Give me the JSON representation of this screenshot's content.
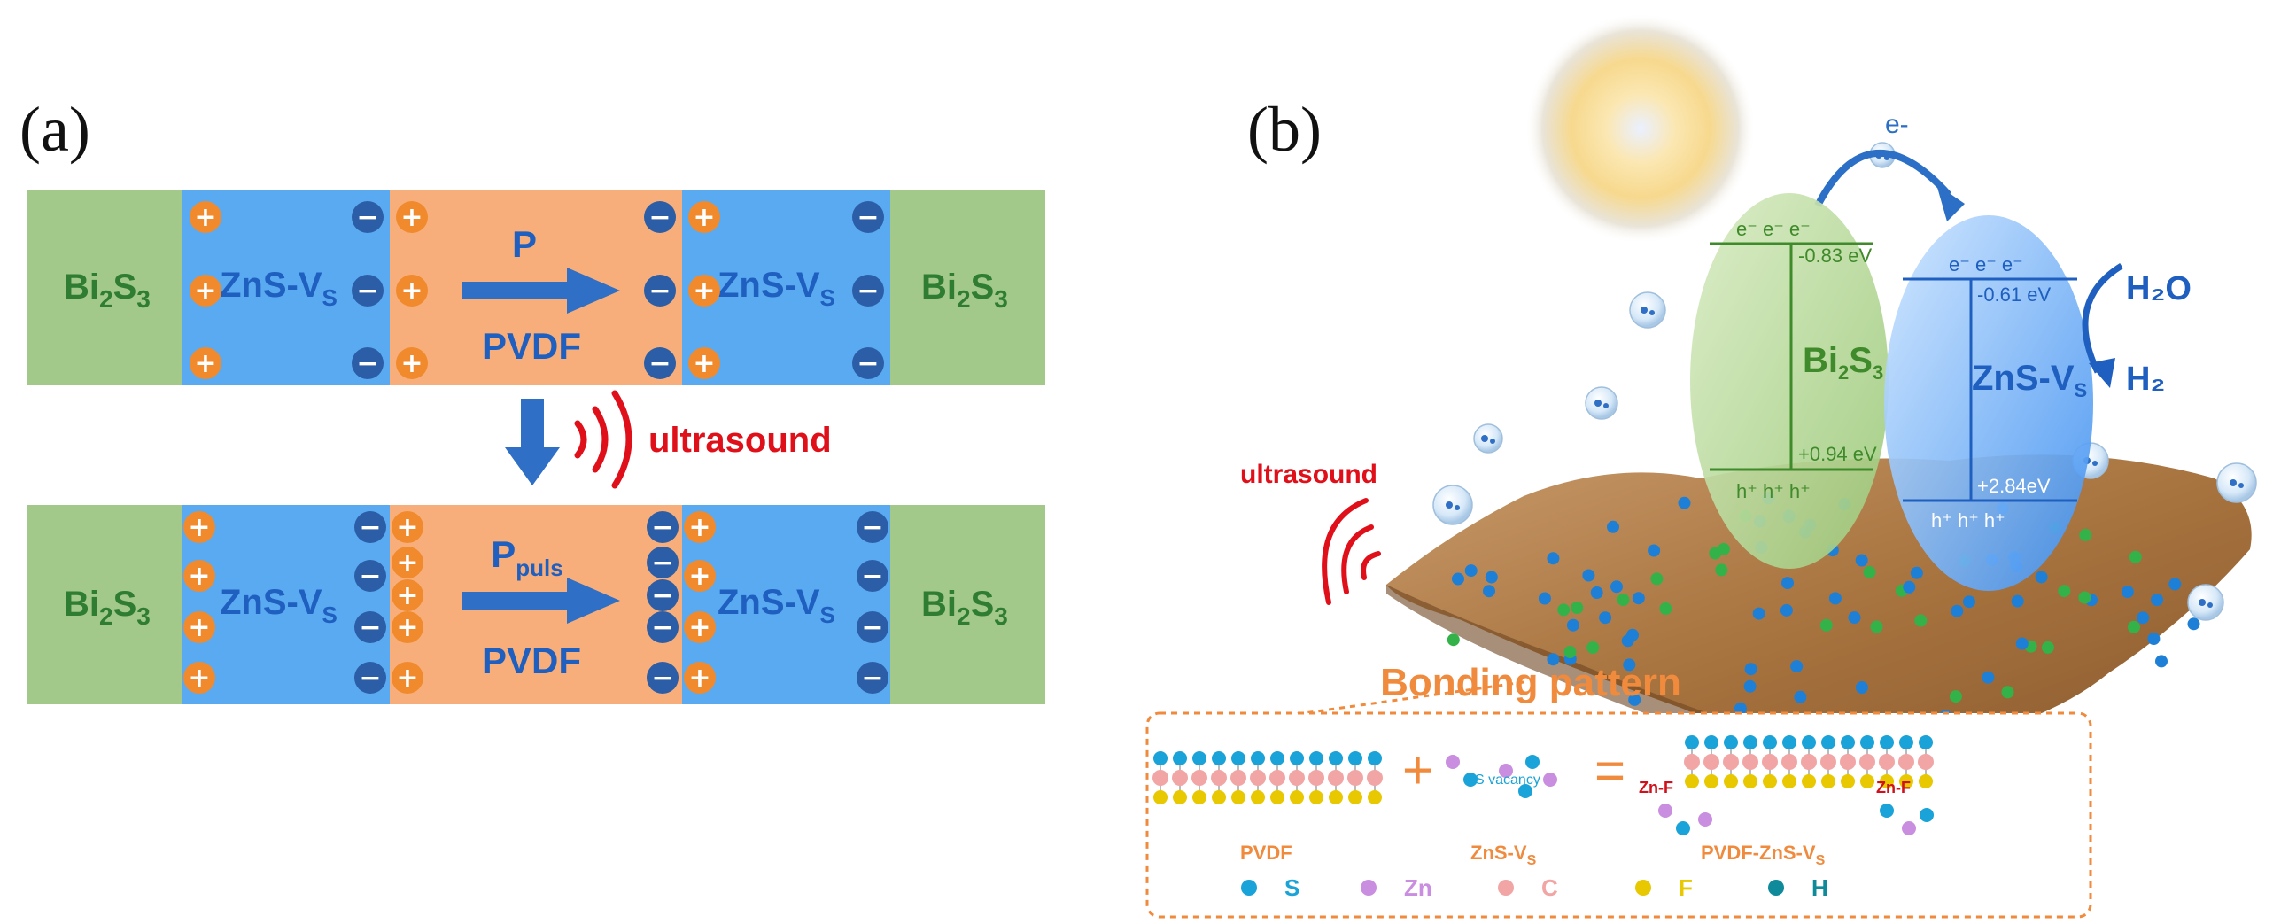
{
  "panel_a": {
    "label": "(a)",
    "bi2s3_base": "Bi",
    "bi2s3_sub1": "2",
    "bi2s3_mid": "S",
    "bi2s3_sub2": "3",
    "zns_base": "ZnS-V",
    "zns_sub": "S",
    "p_label": "P",
    "p_puls_base": "P",
    "p_puls_sub": "puls",
    "pvdf": "PVDF",
    "ultrasound": "ultrasound"
  },
  "panel_b": {
    "label": "(b)",
    "electron": "e-",
    "bi_top": "e⁻ e⁻ e⁻",
    "bi_cb": "-0.83 eV",
    "bi_vb": "+0.94 eV",
    "bi_bottom": "h⁺ h⁺ h⁺",
    "zn_top": "e⁻ e⁻ e⁻",
    "zn_cb": "-0.61 eV",
    "zn_vb": "+2.84eV",
    "zn_bottom": "h⁺ h⁺ h⁺",
    "h2o": "H₂O",
    "h2": "H₂",
    "ultrasound": "ultrasound",
    "bonding_title": "Bonding pattern",
    "s_vacancy": "S vacancy",
    "zn_f": "Zn-F",
    "mol_pvdf": "PVDF",
    "mol_zns": "ZnS-V",
    "mol_zns_sub": "S",
    "mol_combo": "PVDF-ZnS-V",
    "mol_combo_sub": "S",
    "plus": "+",
    "equals": "=",
    "legend": [
      {
        "symbol": "S",
        "color": "#1aa3d8"
      },
      {
        "symbol": "Zn",
        "color": "#c98ee0"
      },
      {
        "symbol": "C",
        "color": "#f2a5a5"
      },
      {
        "symbol": "F",
        "color": "#e8c800"
      },
      {
        "symbol": "H",
        "color": "#0e8a9a"
      }
    ]
  },
  "colors": {
    "green": "#a3c98a",
    "blue": "#5aaaf2",
    "orange": "#f7ae7a",
    "plus_charge": "#f08a2c",
    "minus_charge": "#2b5ea7",
    "ultrasound": "#e0101a"
  }
}
